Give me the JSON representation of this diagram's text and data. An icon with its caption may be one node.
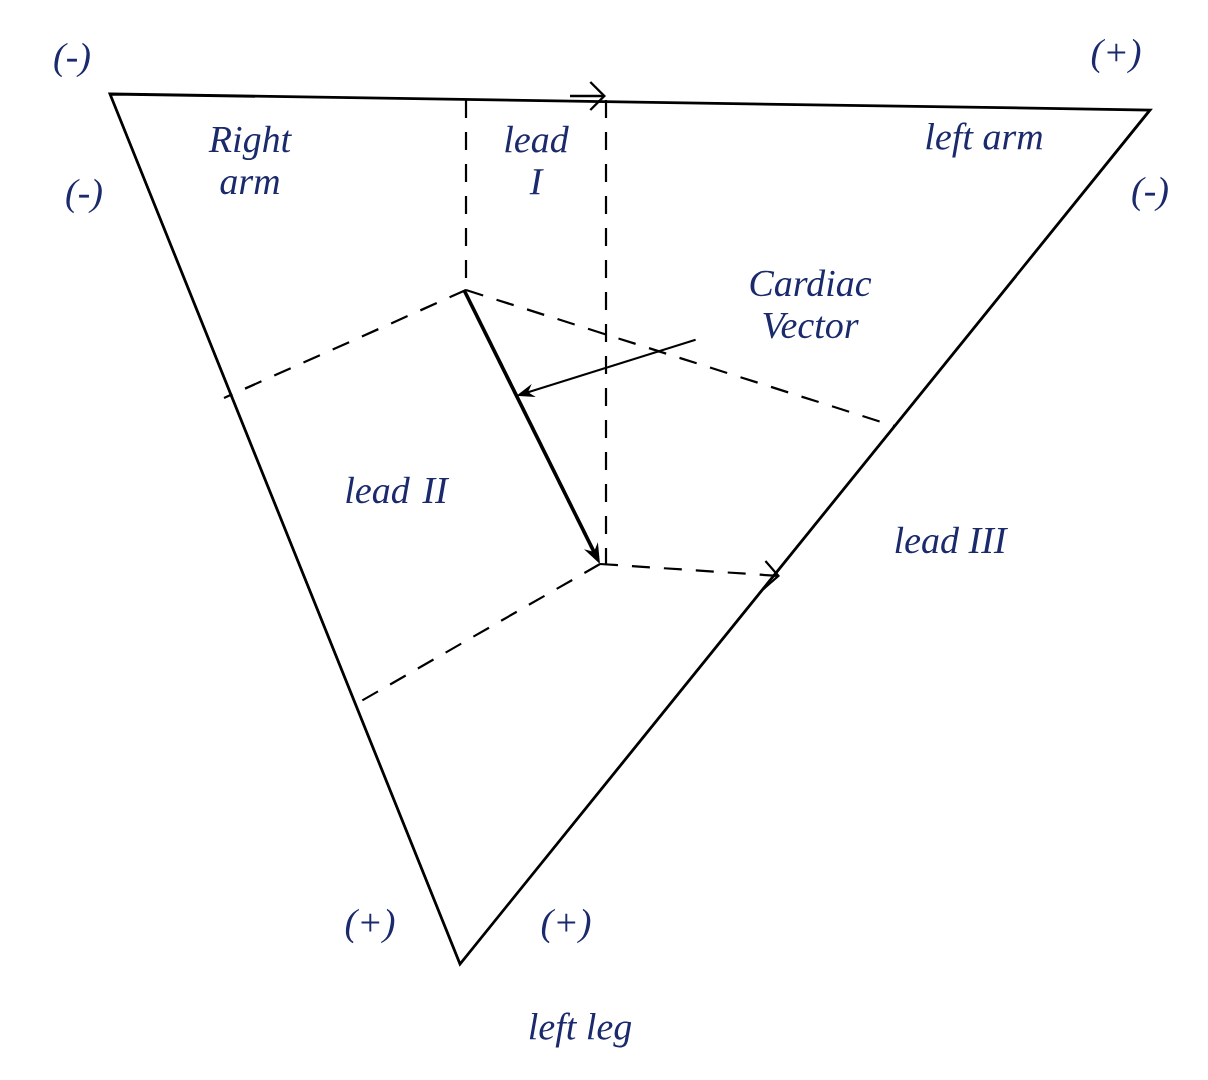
{
  "diagram": {
    "nodes": [
      {
        "text": [
          "Cardiac Vector"
        ]
      },
      {
        "text": [],
        "shape": "arrow"
      }
    ],
    "edges": [
      {
        "from": 0,
        "to": 1,
        "arrow": "to"
      }
    ],
    "labels": [
      "(-)",
      "(+)",
      "Right arm",
      "lead I",
      "left arm",
      "(-)",
      "(-)",
      "lead II",
      "lead III",
      "(+)",
      "(+)",
      "left leg"
    ]
  }
}
